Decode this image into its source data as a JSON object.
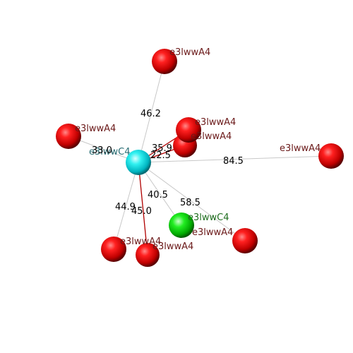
{
  "colors": {
    "background": "#ffffff",
    "line_default": "#c8c8c8",
    "line_highlight": "#b00000",
    "label_red_atom": "#6b1a1a",
    "label_cyan_atom": "#2a6e75",
    "label_green_atom": "#1f6e1f"
  },
  "atoms": [
    {
      "id": "center",
      "label": "e3lwwC4",
      "kind": "cyan"
    },
    {
      "id": "a_top",
      "label": "e3lwwA4",
      "kind": "red"
    },
    {
      "id": "a_left",
      "label": "e3lwwA4",
      "kind": "red"
    },
    {
      "id": "a_mid1",
      "label": "e3lwwA4",
      "kind": "red"
    },
    {
      "id": "a_mid2",
      "label": "e3lwwA4",
      "kind": "red"
    },
    {
      "id": "a_right",
      "label": "e3lwwA4",
      "kind": "red"
    },
    {
      "id": "c_green",
      "label": "e3lwwC4",
      "kind": "green"
    },
    {
      "id": "a_lr",
      "label": "e3lwwA4",
      "kind": "red"
    },
    {
      "id": "a_bl",
      "label": "e3lwwA4",
      "kind": "red"
    },
    {
      "id": "a_bm",
      "label": "e3lwwA4",
      "kind": "red"
    }
  ],
  "distances": [
    {
      "to": "a_top",
      "value": "46.2",
      "style": "default"
    },
    {
      "to": "a_left",
      "value": "33.0",
      "style": "default"
    },
    {
      "to": "a_mid1",
      "value": "35.9",
      "style": "highlight"
    },
    {
      "to": "a_mid2",
      "value": "22.5",
      "style": "highlight"
    },
    {
      "to": "a_right",
      "value": "84.5",
      "style": "default"
    },
    {
      "to": "c_green",
      "value": "40.5",
      "style": "default"
    },
    {
      "to": "a_lr",
      "value": "58.5",
      "style": "default"
    },
    {
      "to": "a_bl",
      "value": "44.9",
      "style": "default"
    },
    {
      "to": "a_bm",
      "value": "45.0",
      "style": "highlight"
    }
  ]
}
